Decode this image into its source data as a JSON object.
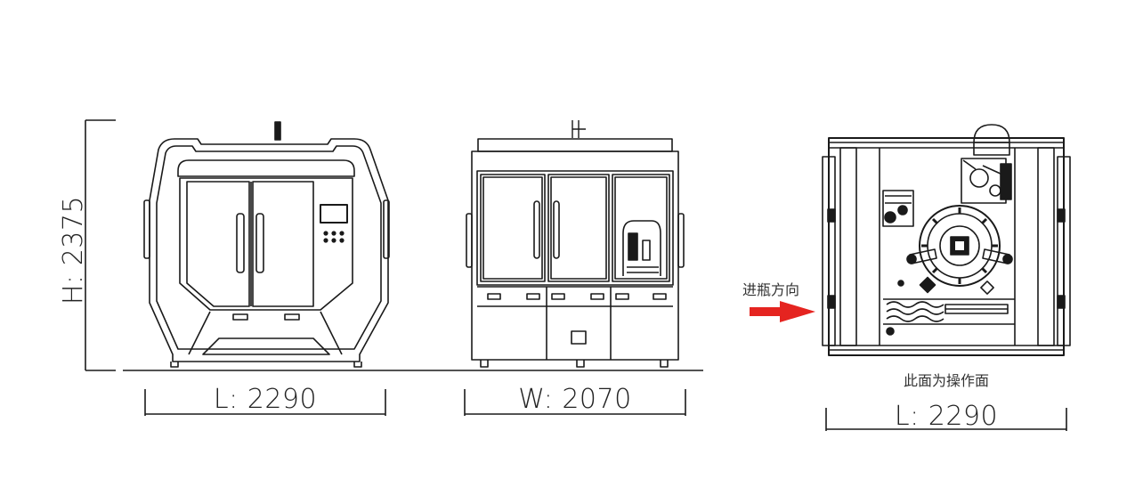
{
  "dimensions": {
    "height_label": "H: 2375",
    "front_length_label": "L: 2290",
    "side_width_label": "W: 2070",
    "top_length_label": "L: 2290"
  },
  "annotations": {
    "feed_direction": "进瓶方向",
    "operation_side": "此面为操作面"
  },
  "colors": {
    "line": "#1a1a1a",
    "arrow": "#e52420"
  }
}
